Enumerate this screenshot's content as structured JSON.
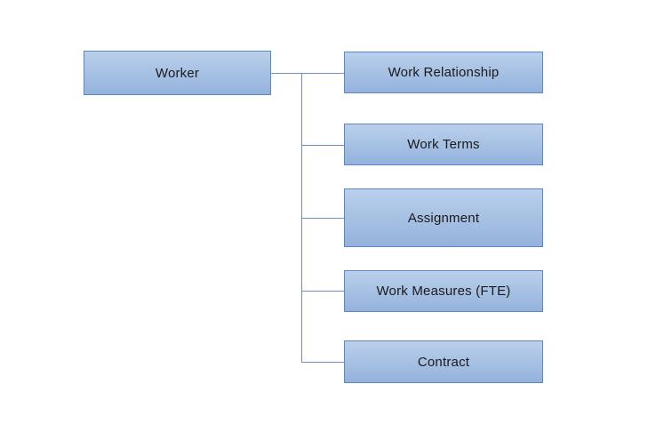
{
  "diagram": {
    "type": "hierarchy",
    "colors": {
      "background": "#ffffff",
      "box_fill_top": "#bad0ec",
      "box_fill_bottom": "#94b2dc",
      "box_border": "#5b87c5",
      "connector": "#6b8fc9",
      "text": "#1a1a1a"
    },
    "root": {
      "label": "Worker"
    },
    "children": [
      {
        "label": "Work Relationship"
      },
      {
        "label": "Work Terms"
      },
      {
        "label": "Assignment"
      },
      {
        "label": "Work Measures (FTE)"
      },
      {
        "label": "Contract"
      }
    ]
  }
}
